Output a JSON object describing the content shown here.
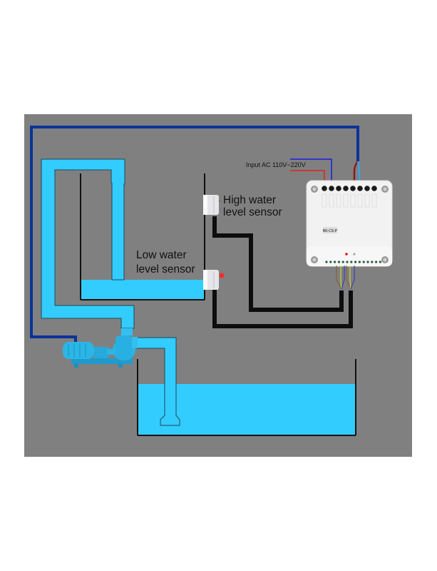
{
  "diagram": {
    "title": "Water pump automatic level controller wiring",
    "labels": {
      "input_ac": "Input AC 110V~220V",
      "high_sensor_line1": "High water",
      "high_sensor_line2": "level sensor",
      "low_sensor_line1": "Low water",
      "low_sensor_line2": "level sensor",
      "controller_model": "BK-CS-P"
    },
    "icons": {
      "pump": "water-pump-icon",
      "controller": "level-controller-icon",
      "high_sensor": "high-level-sensor-icon",
      "low_sensor": "low-level-sensor-icon"
    },
    "colors": {
      "background_panel": "#808080",
      "page": "#ffffff",
      "water": "#33ccff",
      "pump": "#2ab6e6",
      "power_cable": "#0a3299",
      "sensor_cable": "#0d0d0d",
      "live_wire": "#e02020",
      "neutral_wire": "#1a1ae0",
      "controller_body": "#f2f2f2",
      "sensor_indicator": "#ff2a2a"
    },
    "controller": {
      "top_terminals": 8,
      "bottom_terminals": 14,
      "status_leds": [
        "#e01010",
        "#b0b0b0"
      ]
    }
  }
}
